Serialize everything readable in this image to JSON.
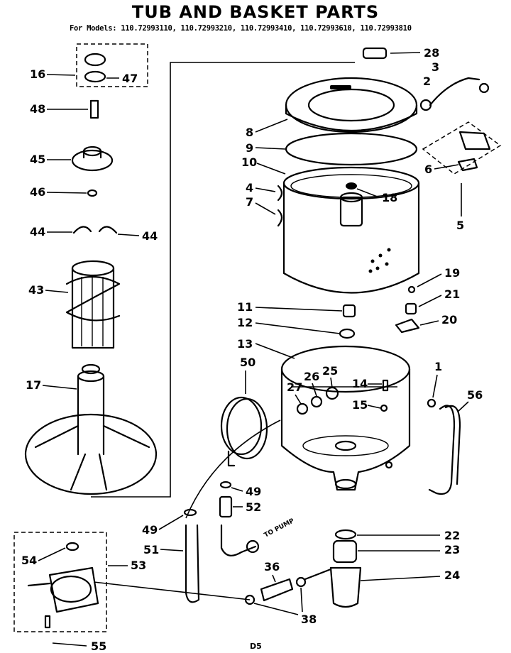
{
  "title": "TUB AND BASKET PARTS",
  "models_line": "For Models: 110.72993110, 110.72993210, 110.72993410, 110.72993610, 110.72993810",
  "page_code": "D5",
  "pump_note": "TO PUMP",
  "part_labels": {
    "p1": "1",
    "p2": "2",
    "p3": "3",
    "p4": "4",
    "p5": "5",
    "p6": "6",
    "p7": "7",
    "p8": "8",
    "p9": "9",
    "p10": "10",
    "p11": "11",
    "p12": "12",
    "p13": "13",
    "p14": "14",
    "p15": "15",
    "p16": "16",
    "p17": "17",
    "p18": "18",
    "p19": "19",
    "p20": "20",
    "p21": "21",
    "p22": "22",
    "p23": "23",
    "p24": "24",
    "p25": "25",
    "p26": "26",
    "p27": "27",
    "p28": "28",
    "p36": "36",
    "p38": "38",
    "p43": "43",
    "p44a": "44",
    "p44b": "44",
    "p45": "45",
    "p46": "46",
    "p47": "47",
    "p48": "48",
    "p49a": "49",
    "p49b": "49",
    "p50": "50",
    "p51": "51",
    "p52": "52",
    "p53": "53",
    "p54": "54",
    "p55": "55",
    "p56": "56"
  }
}
